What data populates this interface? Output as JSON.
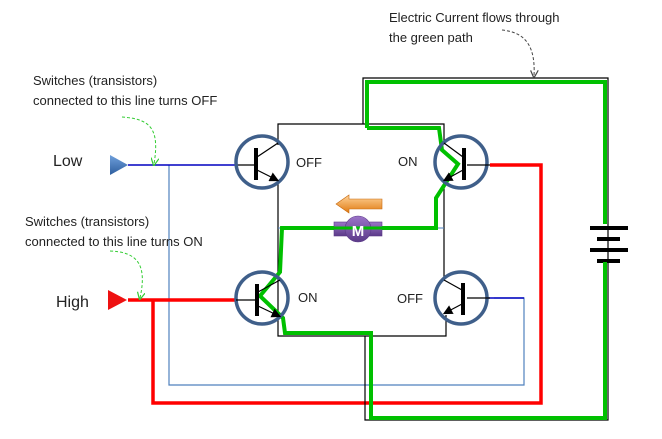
{
  "title": "H-Bridge motor driver current flow",
  "annotations": {
    "current_note_line1": "Electric Current flows through",
    "current_note_line2": "the green path",
    "off_note_line1": "Switches (transistors)",
    "off_note_line2": "connected to this line turns OFF",
    "on_note_line1": "Switches (transistors)",
    "on_note_line2": "connected to this line turns ON"
  },
  "inputs": {
    "low_label": "Low",
    "high_label": "High"
  },
  "transistors": [
    {
      "position": "top-left",
      "state": "OFF"
    },
    {
      "position": "top-right",
      "state": "ON"
    },
    {
      "position": "bottom-left",
      "state": "ON"
    },
    {
      "position": "bottom-right",
      "state": "OFF"
    }
  ],
  "motor": {
    "label": "M",
    "direction": "left"
  },
  "colors": {
    "current_path": "#00c000",
    "high_line": "#ff0000",
    "low_line": "#0000c0",
    "low_branch": "#4f81bd",
    "transistor_ring": "#3f5f8a",
    "motor": "#7b4fa8",
    "arrow": "#f0a040",
    "wire": "#000000"
  }
}
